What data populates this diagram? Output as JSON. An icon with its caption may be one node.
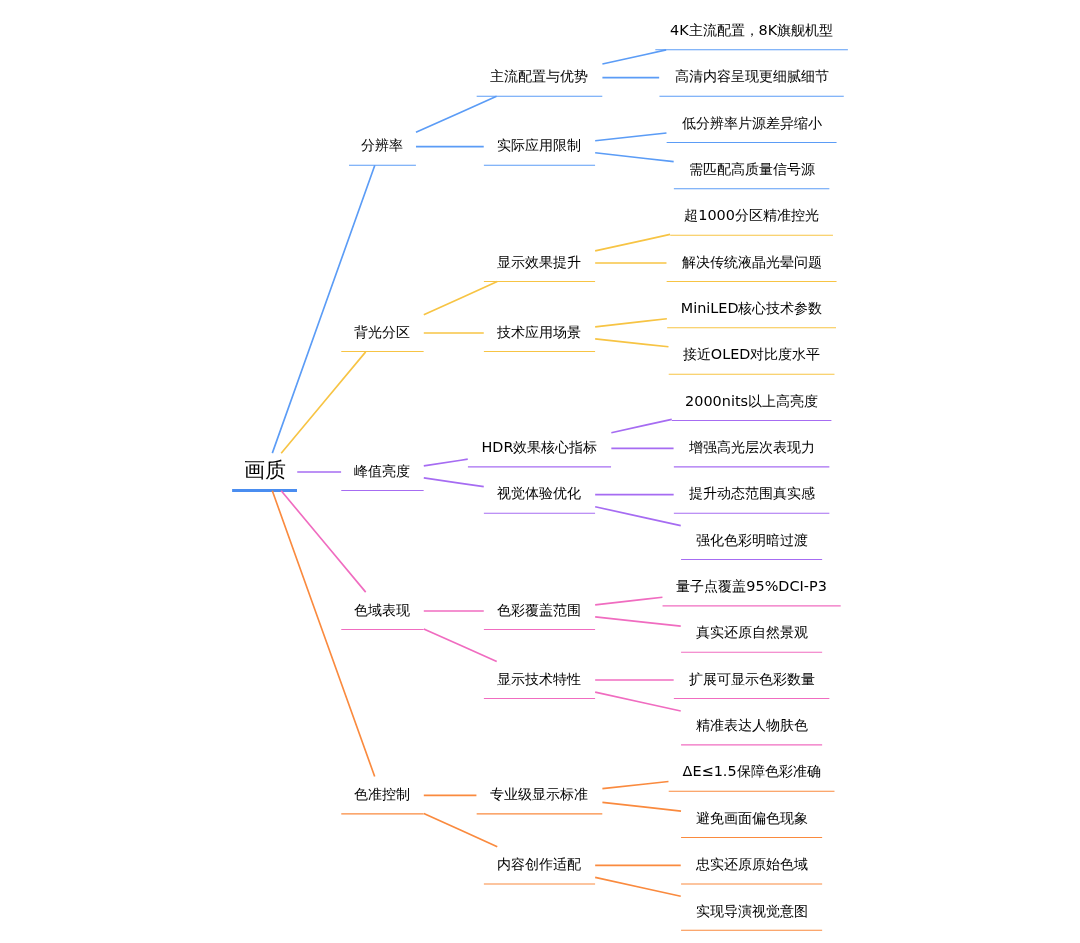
{
  "diagram": {
    "nodes": [
      {
        "text": [
          "画质"
        ]
      },
      {
        "text": [
          "分辨率"
        ]
      },
      {
        "text": [
          "主流配置与优势"
        ]
      },
      {
        "text": [
          "4K主流配置，8K旗舰机型"
        ]
      },
      {
        "text": [
          "高清内容呈现更细腻细节"
        ]
      },
      {
        "text": [
          "实际应用限制"
        ]
      },
      {
        "text": [
          "低分辨率片源差异缩小"
        ]
      },
      {
        "text": [
          "需匹配高质量信号源"
        ]
      },
      {
        "text": [
          "背光分区"
        ]
      },
      {
        "text": [
          "显示效果提升"
        ]
      },
      {
        "text": [
          "超1000分区精准控光"
        ]
      },
      {
        "text": [
          "解决传统液晶光晕问题"
        ]
      },
      {
        "text": [
          "技术应用场景"
        ]
      },
      {
        "text": [
          "MiniLED核心技术参数"
        ]
      },
      {
        "text": [
          "接近OLED对比度水平"
        ]
      },
      {
        "text": [
          "峰值亮度"
        ]
      },
      {
        "text": [
          "HDR效果核心指标"
        ]
      },
      {
        "text": [
          "2000nits以上高亮度"
        ]
      },
      {
        "text": [
          "增强高光层次表现力"
        ]
      },
      {
        "text": [
          "视觉体验优化"
        ]
      },
      {
        "text": [
          "提升动态范围真实感"
        ]
      },
      {
        "text": [
          "强化色彩明暗过渡"
        ]
      },
      {
        "text": [
          "色域表现"
        ]
      },
      {
        "text": [
          "色彩覆盖范围"
        ]
      },
      {
        "text": [
          "量子点覆盖95%DCI-P3"
        ]
      },
      {
        "text": [
          "真实还原自然景观"
        ]
      },
      {
        "text": [
          "显示技术特性"
        ]
      },
      {
        "text": [
          "扩展可显示色彩数量"
        ]
      },
      {
        "text": [
          "精准表达人物肤色"
        ]
      },
      {
        "text": [
          "色准控制"
        ]
      },
      {
        "text": [
          "专业级显示标准"
        ]
      },
      {
        "text": [
          "ΔE≤1.5保障色彩准确"
        ]
      },
      {
        "text": [
          "避免画面偏色现象"
        ]
      },
      {
        "text": [
          "内容创作适配"
        ]
      },
      {
        "text": [
          "忠实还原原始色域"
        ]
      },
      {
        "text": [
          "实现导演视觉意图"
        ]
      }
    ],
    "edges": [
      {
        "from": 0,
        "to": 1,
        "arrow": "none",
        "color": "#5b9cf6"
      },
      {
        "from": 1,
        "to": 2,
        "arrow": "none",
        "color": "#5b9cf6"
      },
      {
        "from": 2,
        "to": 3,
        "arrow": "none",
        "color": "#5b9cf6"
      },
      {
        "from": 2,
        "to": 4,
        "arrow": "none",
        "color": "#5b9cf6"
      },
      {
        "from": 1,
        "to": 5,
        "arrow": "none",
        "color": "#5b9cf6"
      },
      {
        "from": 5,
        "to": 6,
        "arrow": "none",
        "color": "#5b9cf6"
      },
      {
        "from": 5,
        "to": 7,
        "arrow": "none",
        "color": "#5b9cf6"
      },
      {
        "from": 0,
        "to": 8,
        "arrow": "none",
        "color": "#f7c444"
      },
      {
        "from": 8,
        "to": 9,
        "arrow": "none",
        "color": "#f7c444"
      },
      {
        "from": 9,
        "to": 10,
        "arrow": "none",
        "color": "#f7c444"
      },
      {
        "from": 9,
        "to": 11,
        "arrow": "none",
        "color": "#f7c444"
      },
      {
        "from": 8,
        "to": 12,
        "arrow": "none",
        "color": "#f7c444"
      },
      {
        "from": 12,
        "to": 13,
        "arrow": "none",
        "color": "#f7c444"
      },
      {
        "from": 12,
        "to": 14,
        "arrow": "none",
        "color": "#f7c444"
      },
      {
        "from": 0,
        "to": 15,
        "arrow": "none",
        "color": "#a66cf2"
      },
      {
        "from": 15,
        "to": 16,
        "arrow": "none",
        "color": "#a66cf2"
      },
      {
        "from": 16,
        "to": 17,
        "arrow": "none",
        "color": "#a66cf2"
      },
      {
        "from": 16,
        "to": 18,
        "arrow": "none",
        "color": "#a66cf2"
      },
      {
        "from": 15,
        "to": 19,
        "arrow": "none",
        "color": "#a66cf2"
      },
      {
        "from": 19,
        "to": 20,
        "arrow": "none",
        "color": "#a66cf2"
      },
      {
        "from": 19,
        "to": 21,
        "arrow": "none",
        "color": "#a66cf2"
      },
      {
        "from": 0,
        "to": 22,
        "arrow": "none",
        "color": "#f06cc0"
      },
      {
        "from": 22,
        "to": 23,
        "arrow": "none",
        "color": "#f06cc0"
      },
      {
        "from": 23,
        "to": 24,
        "arrow": "none",
        "color": "#f06cc0"
      },
      {
        "from": 23,
        "to": 25,
        "arrow": "none",
        "color": "#f06cc0"
      },
      {
        "from": 22,
        "to": 26,
        "arrow": "none",
        "color": "#f06cc0"
      },
      {
        "from": 26,
        "to": 27,
        "arrow": "none",
        "color": "#f06cc0"
      },
      {
        "from": 26,
        "to": 28,
        "arrow": "none",
        "color": "#f06cc0"
      },
      {
        "from": 0,
        "to": 29,
        "arrow": "none",
        "color": "#fa8a3e"
      },
      {
        "from": 29,
        "to": 30,
        "arrow": "none",
        "color": "#fa8a3e"
      },
      {
        "from": 30,
        "to": 31,
        "arrow": "none",
        "color": "#fa8a3e"
      },
      {
        "from": 30,
        "to": 32,
        "arrow": "none",
        "color": "#fa8a3e"
      },
      {
        "from": 29,
        "to": 33,
        "arrow": "none",
        "color": "#fa8a3e"
      },
      {
        "from": 33,
        "to": 34,
        "arrow": "none",
        "color": "#fa8a3e"
      },
      {
        "from": 33,
        "to": 35,
        "arrow": "none",
        "color": "#fa8a3e"
      }
    ]
  }
}
